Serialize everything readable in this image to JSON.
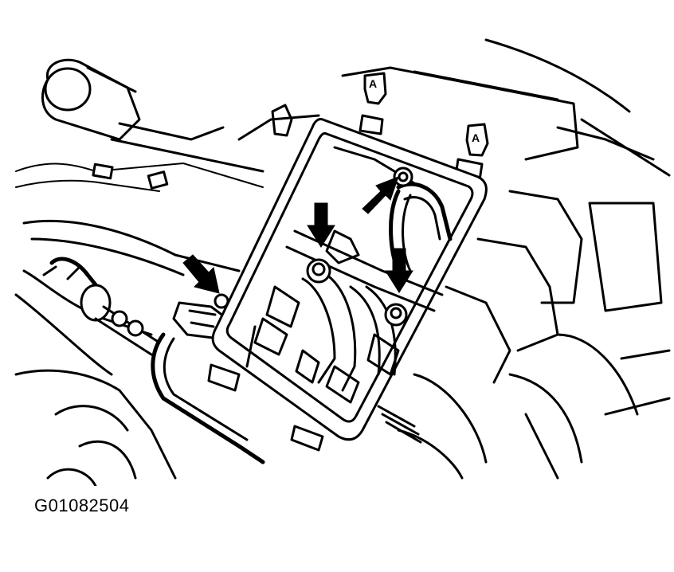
{
  "figure": {
    "id": "G01082504"
  },
  "callouts": {
    "clip_marker_left": "A",
    "clip_marker_right": "A"
  },
  "colors": {
    "ink": "#000000",
    "paper": "#ffffff"
  },
  "icons": [
    "down-arrow-icon",
    "diagonal-arrow-icon"
  ]
}
